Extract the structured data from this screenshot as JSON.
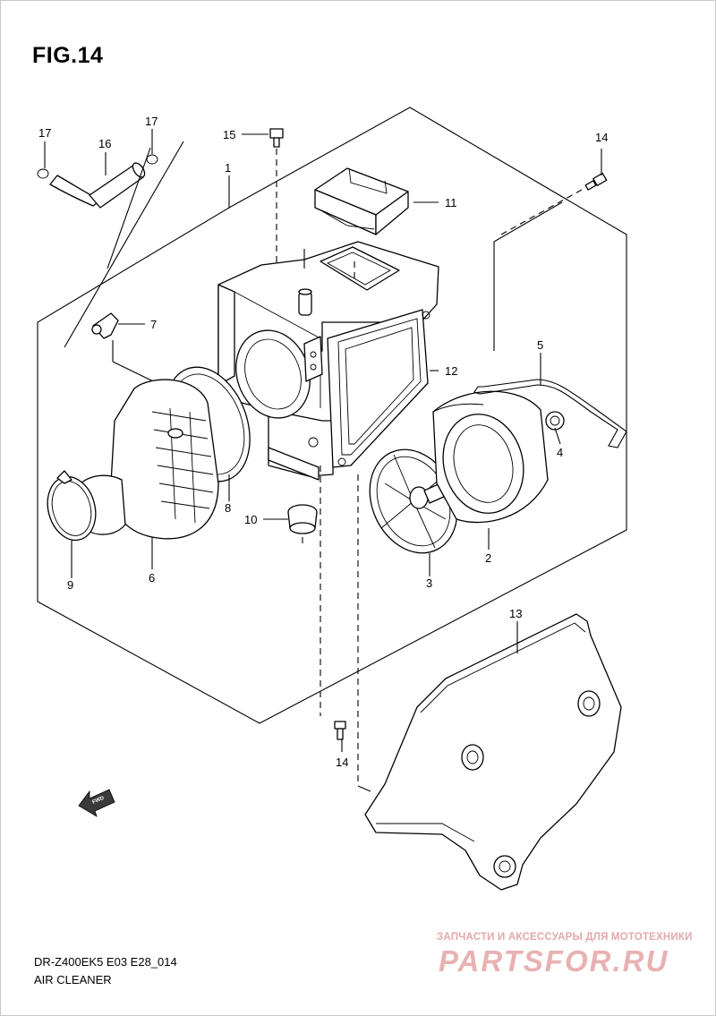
{
  "figure": {
    "title": "FIG.14"
  },
  "parts": [
    {
      "key": "p1",
      "label": "1"
    },
    {
      "key": "p2",
      "label": "2"
    },
    {
      "key": "p3",
      "label": "3"
    },
    {
      "key": "p4",
      "label": "4"
    },
    {
      "key": "p5",
      "label": "5"
    },
    {
      "key": "p6",
      "label": "6"
    },
    {
      "key": "p7",
      "label": "7"
    },
    {
      "key": "p8",
      "label": "8"
    },
    {
      "key": "p9",
      "label": "9"
    },
    {
      "key": "p10",
      "label": "10"
    },
    {
      "key": "p11",
      "label": "11"
    },
    {
      "key": "p12",
      "label": "12"
    },
    {
      "key": "p13",
      "label": "13"
    },
    {
      "key": "p14a",
      "label": "14"
    },
    {
      "key": "p14b",
      "label": "14"
    },
    {
      "key": "p15",
      "label": "15"
    },
    {
      "key": "p16",
      "label": "16"
    },
    {
      "key": "p17a",
      "label": "17"
    },
    {
      "key": "p17b",
      "label": "17"
    }
  ],
  "direction_marker": "FWD",
  "footer": {
    "model_code": "DR-Z400EK5 E03 E28_014",
    "section_name": "AIR CLEANER"
  },
  "watermark": {
    "tagline": "ЗАПЧАСТИ И АКСЕССУАРЫ ДЛЯ МОТОТЕХНИКИ",
    "logo": "PARTSFOR.RU"
  }
}
